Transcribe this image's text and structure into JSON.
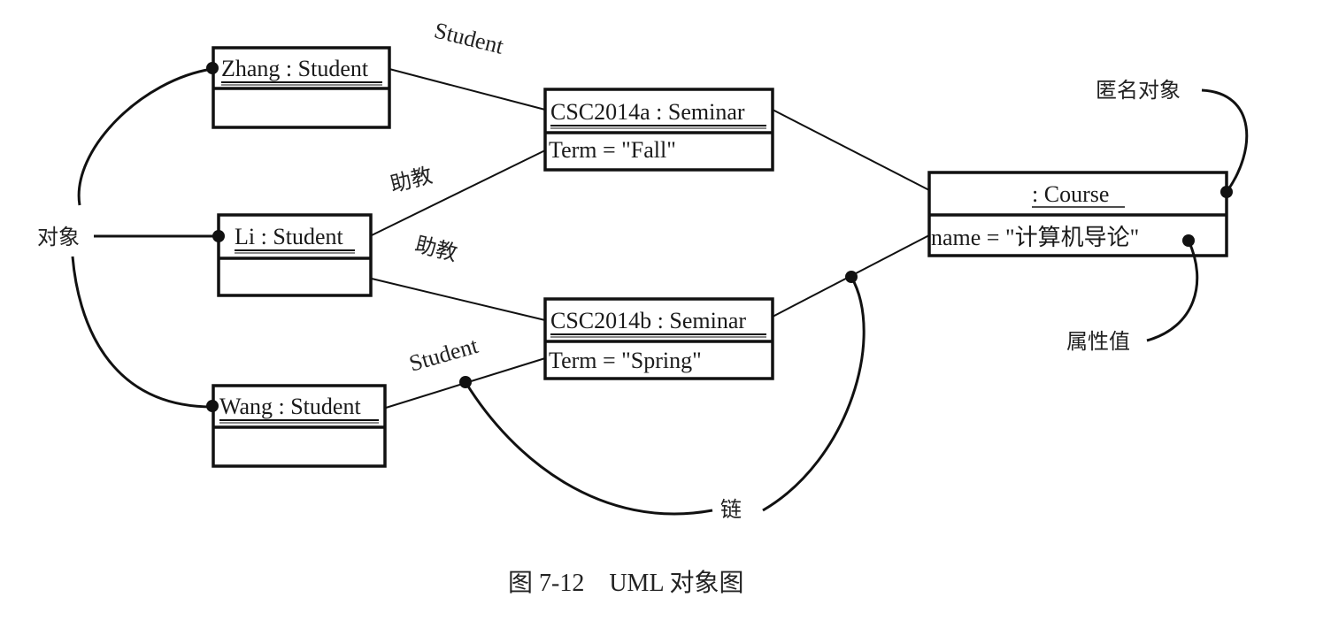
{
  "diagram": {
    "type": "uml-object-diagram",
    "objects": [
      {
        "id": "zhang",
        "name": "Zhang : Student",
        "attributes": []
      },
      {
        "id": "li",
        "name": "Li : Student",
        "attributes": []
      },
      {
        "id": "wang",
        "name": "Wang : Student",
        "attributes": []
      },
      {
        "id": "csc2014a",
        "name": "CSC2014a : Seminar",
        "attributes": [
          "Term = \"Fall\""
        ]
      },
      {
        "id": "csc2014b",
        "name": "CSC2014b : Seminar",
        "attributes": [
          "Term = \"Spring\""
        ]
      },
      {
        "id": "course",
        "name": " : Course",
        "attributes": [
          "name = \"计算机导论\""
        ]
      }
    ],
    "links": [
      {
        "from": "zhang",
        "to": "csc2014a",
        "role": "Student"
      },
      {
        "from": "li",
        "to": "csc2014a",
        "role": "助教"
      },
      {
        "from": "li",
        "to": "csc2014b",
        "role": "助教"
      },
      {
        "from": "wang",
        "to": "csc2014b",
        "role": "Student"
      },
      {
        "from": "csc2014a",
        "to": "course",
        "role": ""
      },
      {
        "from": "csc2014b",
        "to": "course",
        "role": ""
      }
    ],
    "annotations": {
      "object": "对象",
      "anonymous_object": "匿名对象",
      "attribute_value": "属性值",
      "link": "链"
    },
    "caption": "图 7-12    UML 对象图"
  }
}
